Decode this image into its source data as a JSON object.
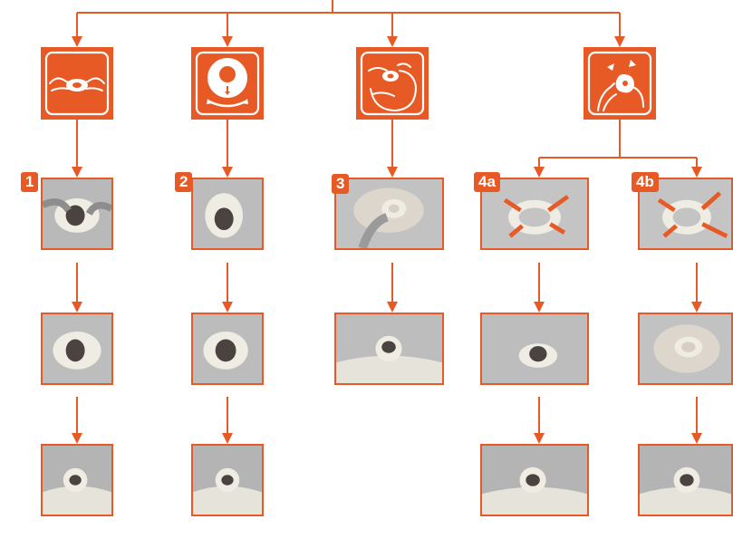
{
  "colors": {
    "accent": "#e85a25",
    "photo_bg": "#b9b9b9",
    "stoma": "#4a4340",
    "barrier": "#efece3"
  },
  "steps": [
    {
      "badge": "1",
      "icon": "hands-stretching-ring-icon"
    },
    {
      "badge": "2",
      "icon": "ring-shaping-down-icon"
    },
    {
      "badge": "3",
      "icon": "ring-on-pouch-icon"
    },
    {
      "icon": "fingers-stretching-ring-icon"
    }
  ],
  "substeps": [
    {
      "badge": "4a"
    },
    {
      "badge": "4b"
    }
  ]
}
